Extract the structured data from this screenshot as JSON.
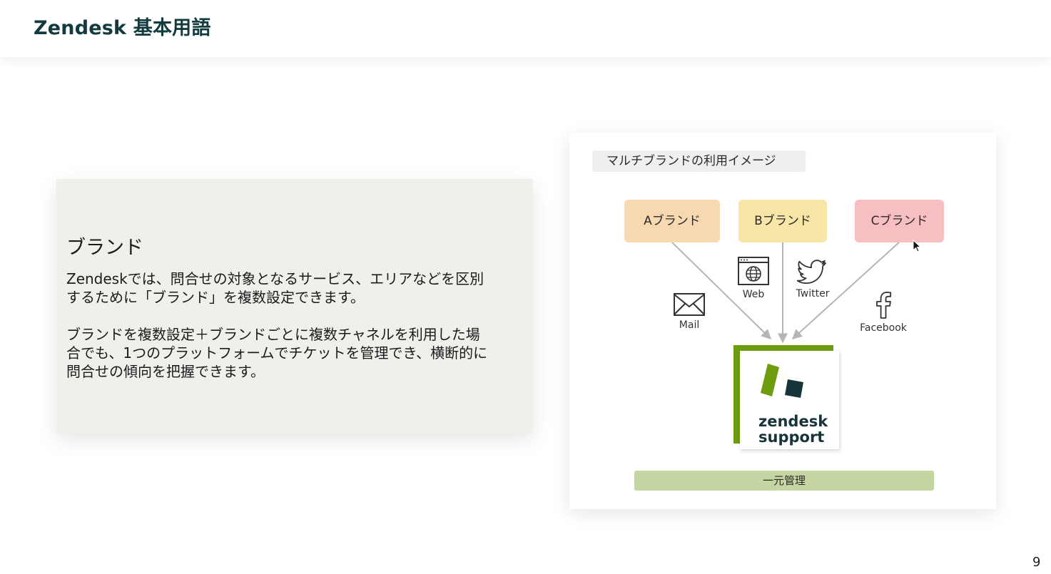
{
  "header": {
    "title": "Zendesk 基本用語"
  },
  "text_card": {
    "heading": "ブランド",
    "paragraph1_line1": "Zendeskでは、問合せの対象となるサービス、エリアなどを区別",
    "paragraph1_line2": "するために「ブランド」を複数設定できます。",
    "paragraph2_line1": "ブランドを複数設定＋ブランドごとに複数チャネルを利用した場",
    "paragraph2_line2": "合でも、1つのプラットフォームでチケットを管理でき、横断的に",
    "paragraph2_line3": "問合せの傾向を把握できます。"
  },
  "diagram": {
    "title": "マルチブランドの利用イメージ",
    "brands": [
      {
        "label": "Aブランド",
        "color": "#f8d8b0"
      },
      {
        "label": "Bブランド",
        "color": "#f7e6a8"
      },
      {
        "label": "Cブランド",
        "color": "#f7bfc2"
      }
    ],
    "channels": [
      {
        "label": "Mail",
        "icon": "mail-icon"
      },
      {
        "label": "Web",
        "icon": "web-icon"
      },
      {
        "label": "Twitter",
        "icon": "twitter-icon"
      },
      {
        "label": "Facebook",
        "icon": "facebook-icon"
      }
    ],
    "product_line1": "zendesk",
    "product_line2": "support",
    "unify_label": "一元管理",
    "accent_color": "#6e9c0f"
  },
  "page_number": "9"
}
